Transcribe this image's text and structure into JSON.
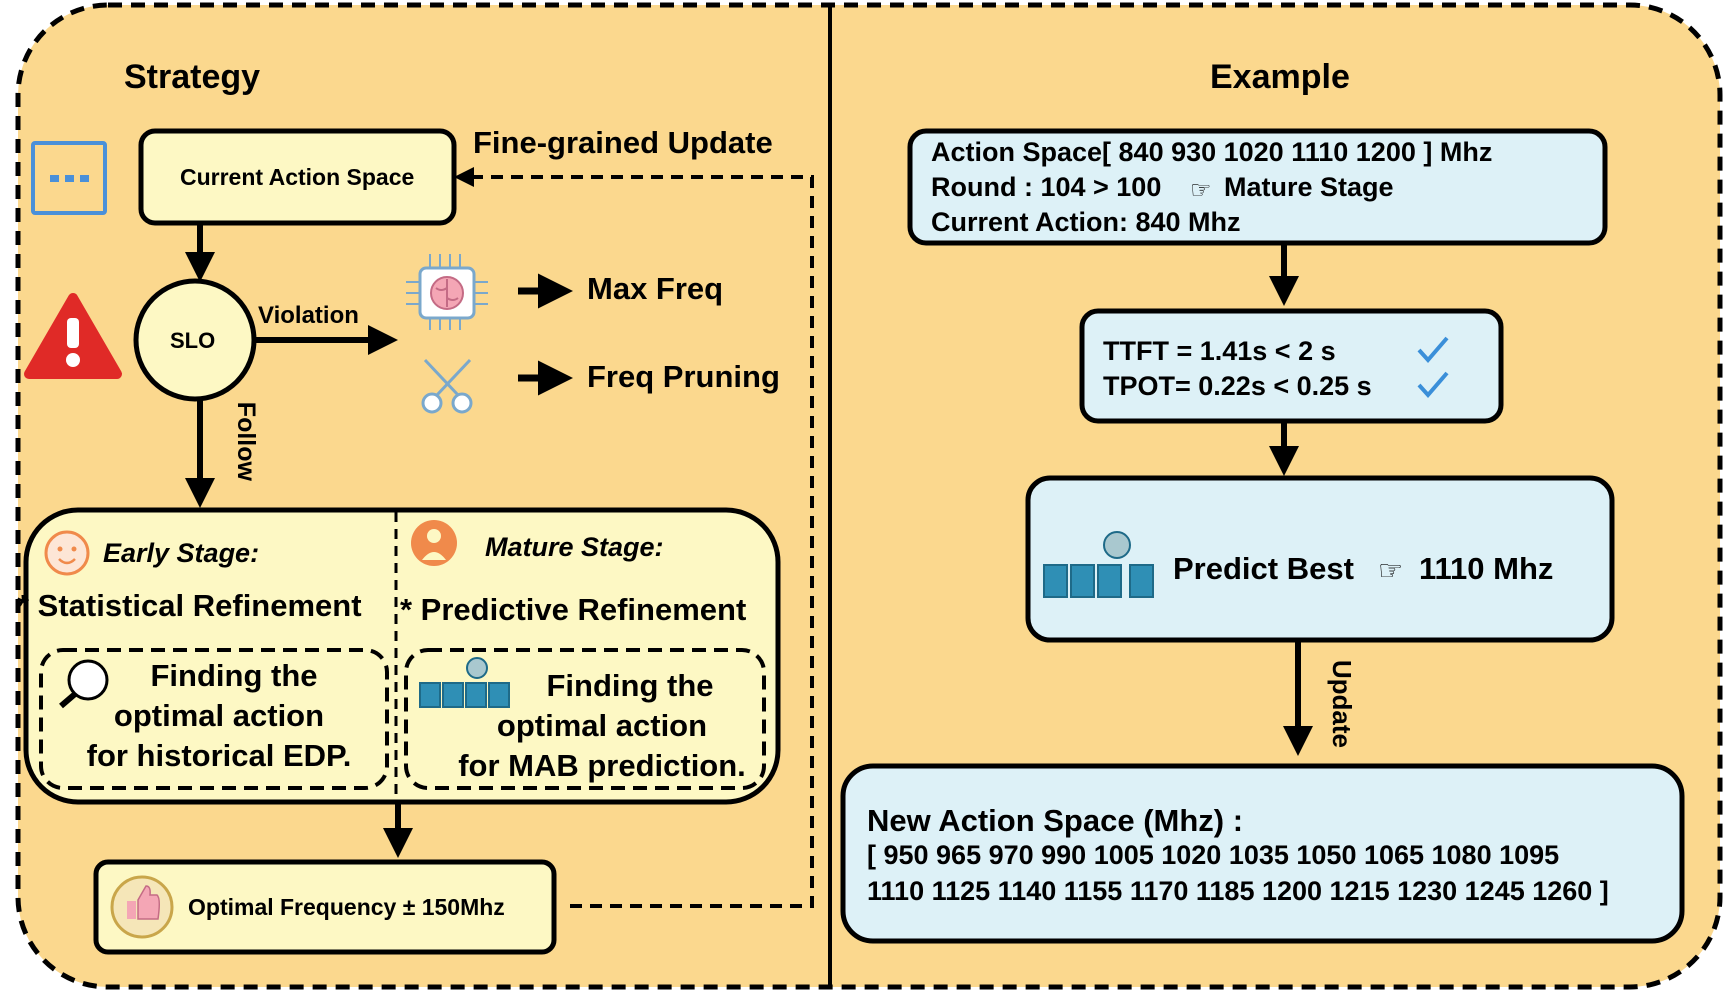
{
  "strategy": {
    "title": "Strategy",
    "current_action_space": "Current Action Space",
    "fine_grained_update": "Fine-grained Update",
    "slo": "SLO",
    "violation": "Violation",
    "follow": "Follow",
    "max_freq": "Max Freq",
    "freq_pruning": "Freq Pruning",
    "early_stage": {
      "title": "Early Stage:",
      "bullet": "* Statistical Refinement",
      "box_line1": "Finding the",
      "box_line2": "optimal action",
      "box_line3": "for historical EDP."
    },
    "mature_stage": {
      "title": "Mature Stage:",
      "bullet": "* Predictive Refinement",
      "box_line1": "Finding the",
      "box_line2": "optimal action",
      "box_line3": "for MAB prediction."
    },
    "optimal_frequency": "Optimal Frequency ± 150Mhz"
  },
  "example": {
    "title": "Example",
    "action_space_line": "Action Space[ 840 930 1020 1110 1200 ] Mhz",
    "round_line_a": "Round : 104 > 100",
    "round_line_b": "Mature Stage",
    "current_action_line": "Current Action: 840 Mhz",
    "ttft": "TTFT = 1.41s < 2 s",
    "tpot": "TPOT= 0.22s < 0.25 s",
    "predict_label": "Predict Best",
    "predict_value": "1110 Mhz",
    "update": "Update",
    "new_action_space_title": "New Action Space (Mhz) :",
    "new_action_space_line1": "[ 950 965 970 990 1005 1020 1035 1050 1065 1080 1095",
    "new_action_space_line2": "1110 1125 1140 1155 1170 1185 1200 1215 1230 1245 1260 ]"
  },
  "colors": {
    "background": "#fbd88e",
    "yellow_box": "#fdf8c4",
    "blue_box": "#ddf1f7",
    "warning_red": "#e02a27",
    "check_blue": "#3a8fd9",
    "icon_blue": "#4a90d9",
    "face_orange": "#f08a4b"
  }
}
